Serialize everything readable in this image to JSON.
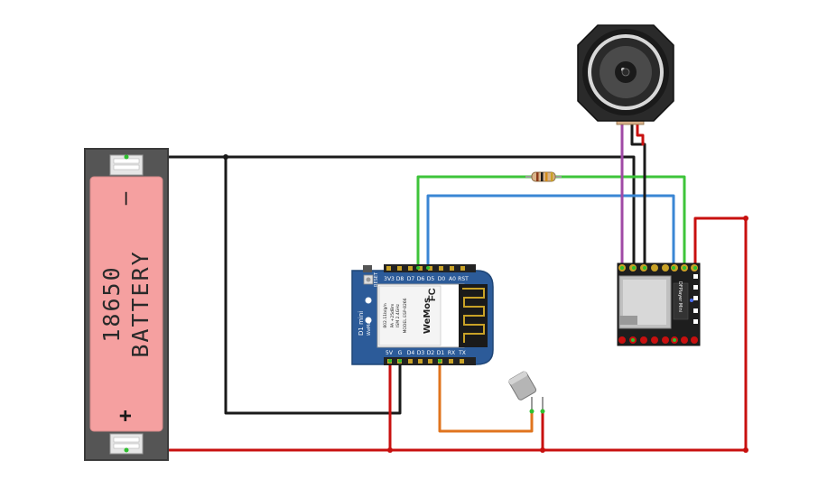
{
  "battery": {
    "label_line1": "18650",
    "label_line2": "BATTERY",
    "minus_sign": "–",
    "plus_sign": "+"
  },
  "d1mini": {
    "top_pins": [
      "3V3",
      "D8",
      "D7",
      "D6",
      "D5",
      "D0",
      "A0",
      "RST"
    ],
    "bottom_pins": [
      "5V",
      "G",
      "D4",
      "D3",
      "D2",
      "D1",
      "RX",
      "TX"
    ],
    "reset_label": "RESET",
    "name": "D1 mini",
    "brand": "WeMos",
    "maker": "WeMos",
    "module_model": "MODEL ESP-8266",
    "module_freq": "ISM 2.4GHz",
    "module_power": "PA +25dBm",
    "module_wifi": "802.11b/g/n"
  },
  "dfplayer": {
    "name": "DFPlayer Mini"
  },
  "colors": {
    "red_wire": "#c8100f",
    "black_wire": "#1a1a1a",
    "green_wire": "#3ec43a",
    "blue_wire": "#3a86d4",
    "purple_wire": "#a04aa6",
    "orange_wire": "#e0741e",
    "board_blue": "#2c5b99",
    "battery_pink": "#f5a0a0"
  }
}
